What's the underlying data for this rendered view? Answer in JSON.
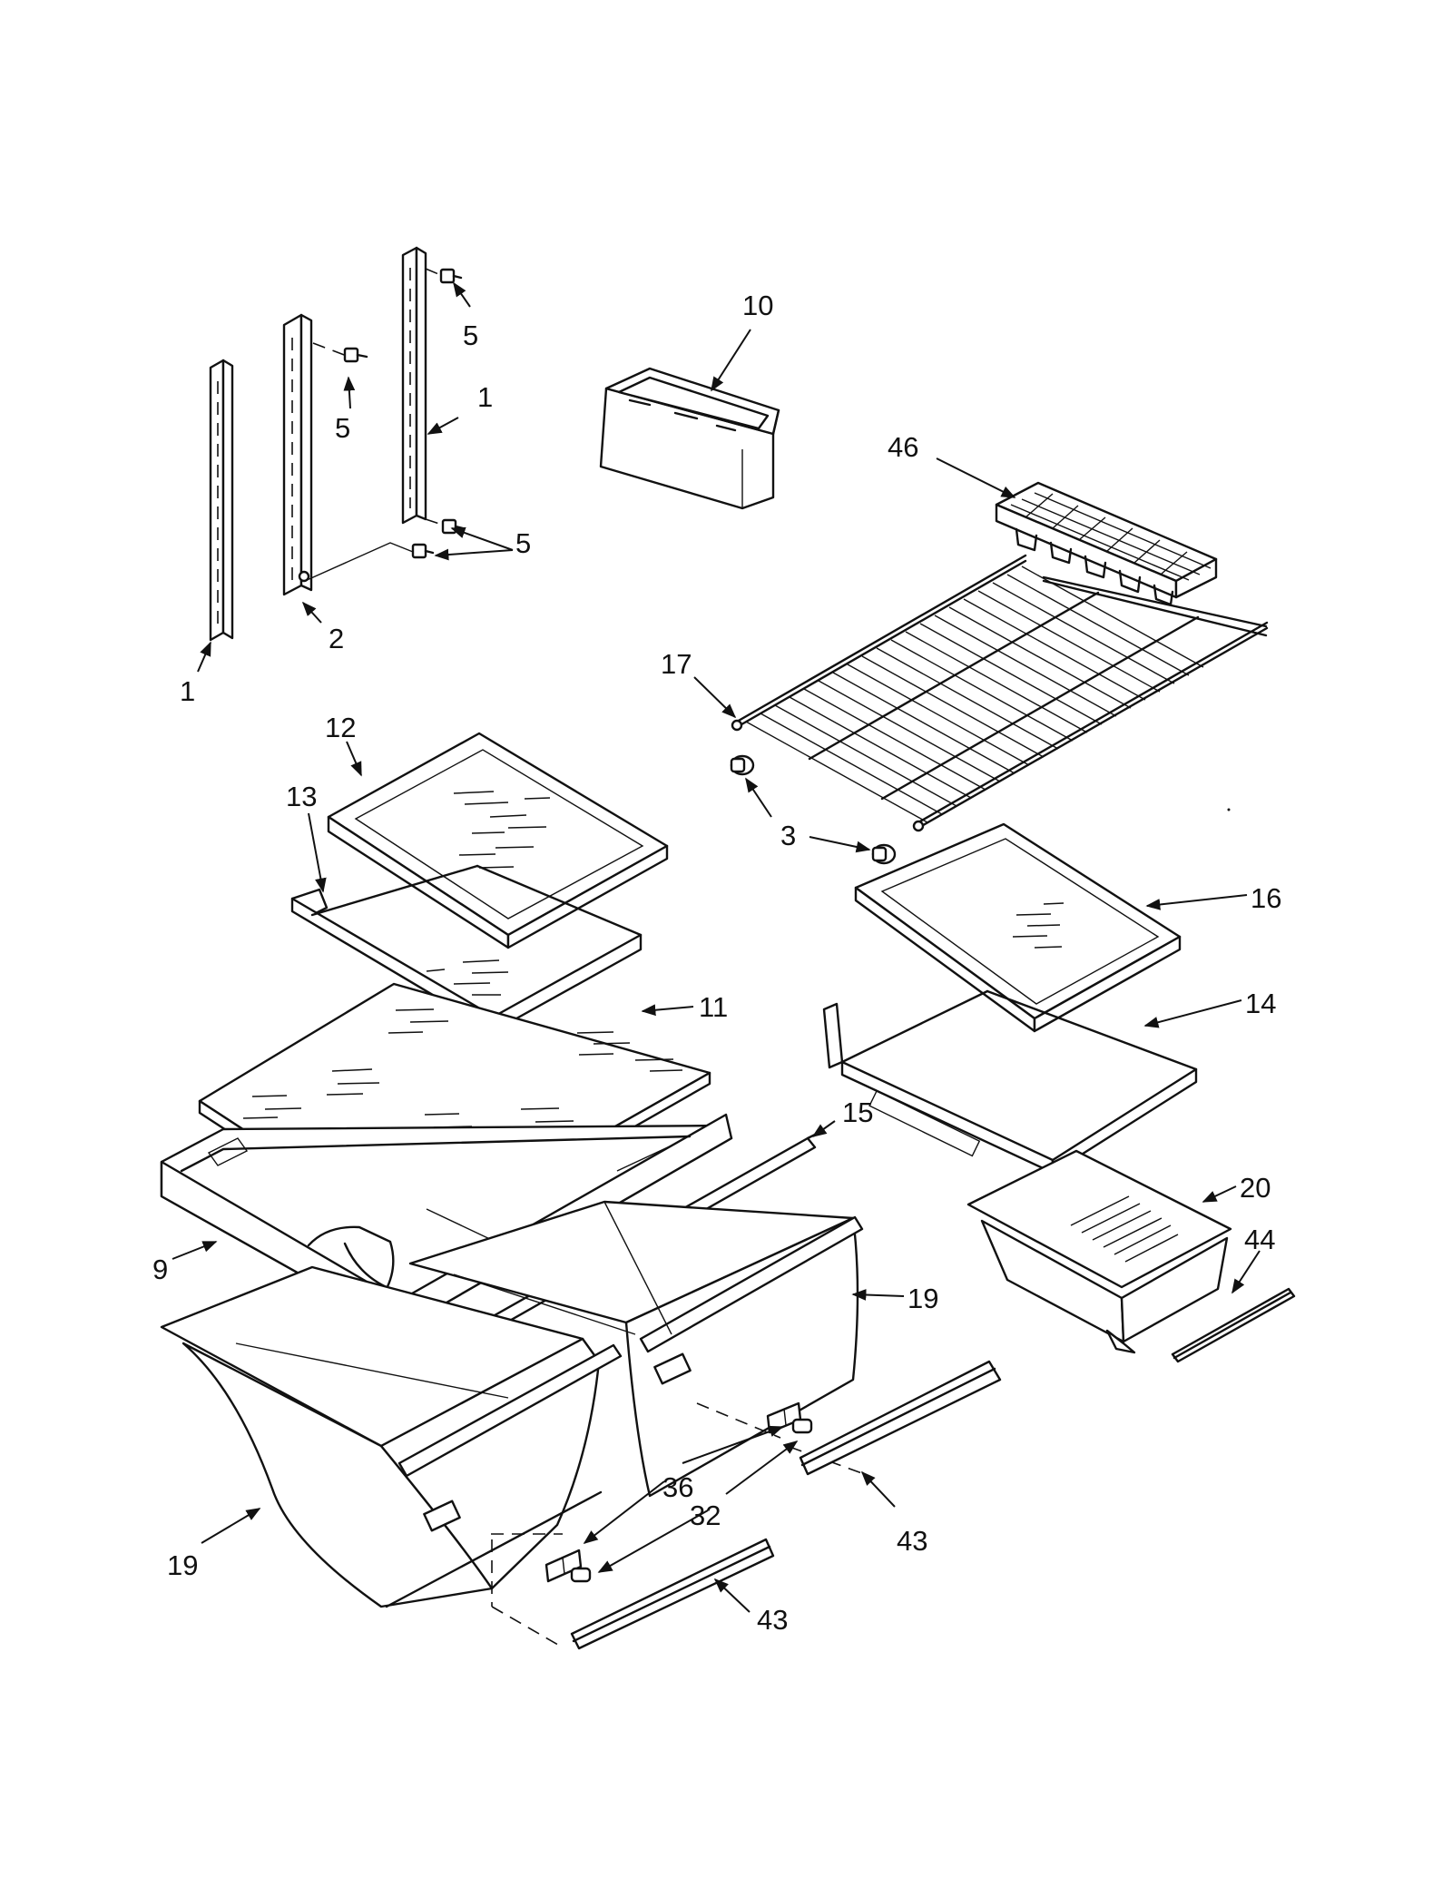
{
  "callouts": {
    "c_1a": "1",
    "c_1b": "1",
    "c_2": "2",
    "c_3": "3",
    "c_5a": "5",
    "c_5b": "5",
    "c_5c": "5",
    "c_9": "9",
    "c_10": "10",
    "c_11": "11",
    "c_12": "12",
    "c_13": "13",
    "c_14": "14",
    "c_15": "15",
    "c_16": "16",
    "c_17": "17",
    "c_19a": "19",
    "c_19b": "19",
    "c_20": "20",
    "c_32": "32",
    "c_36": "36",
    "c_43a": "43",
    "c_43b": "43",
    "c_44": "44",
    "c_46": "46"
  }
}
